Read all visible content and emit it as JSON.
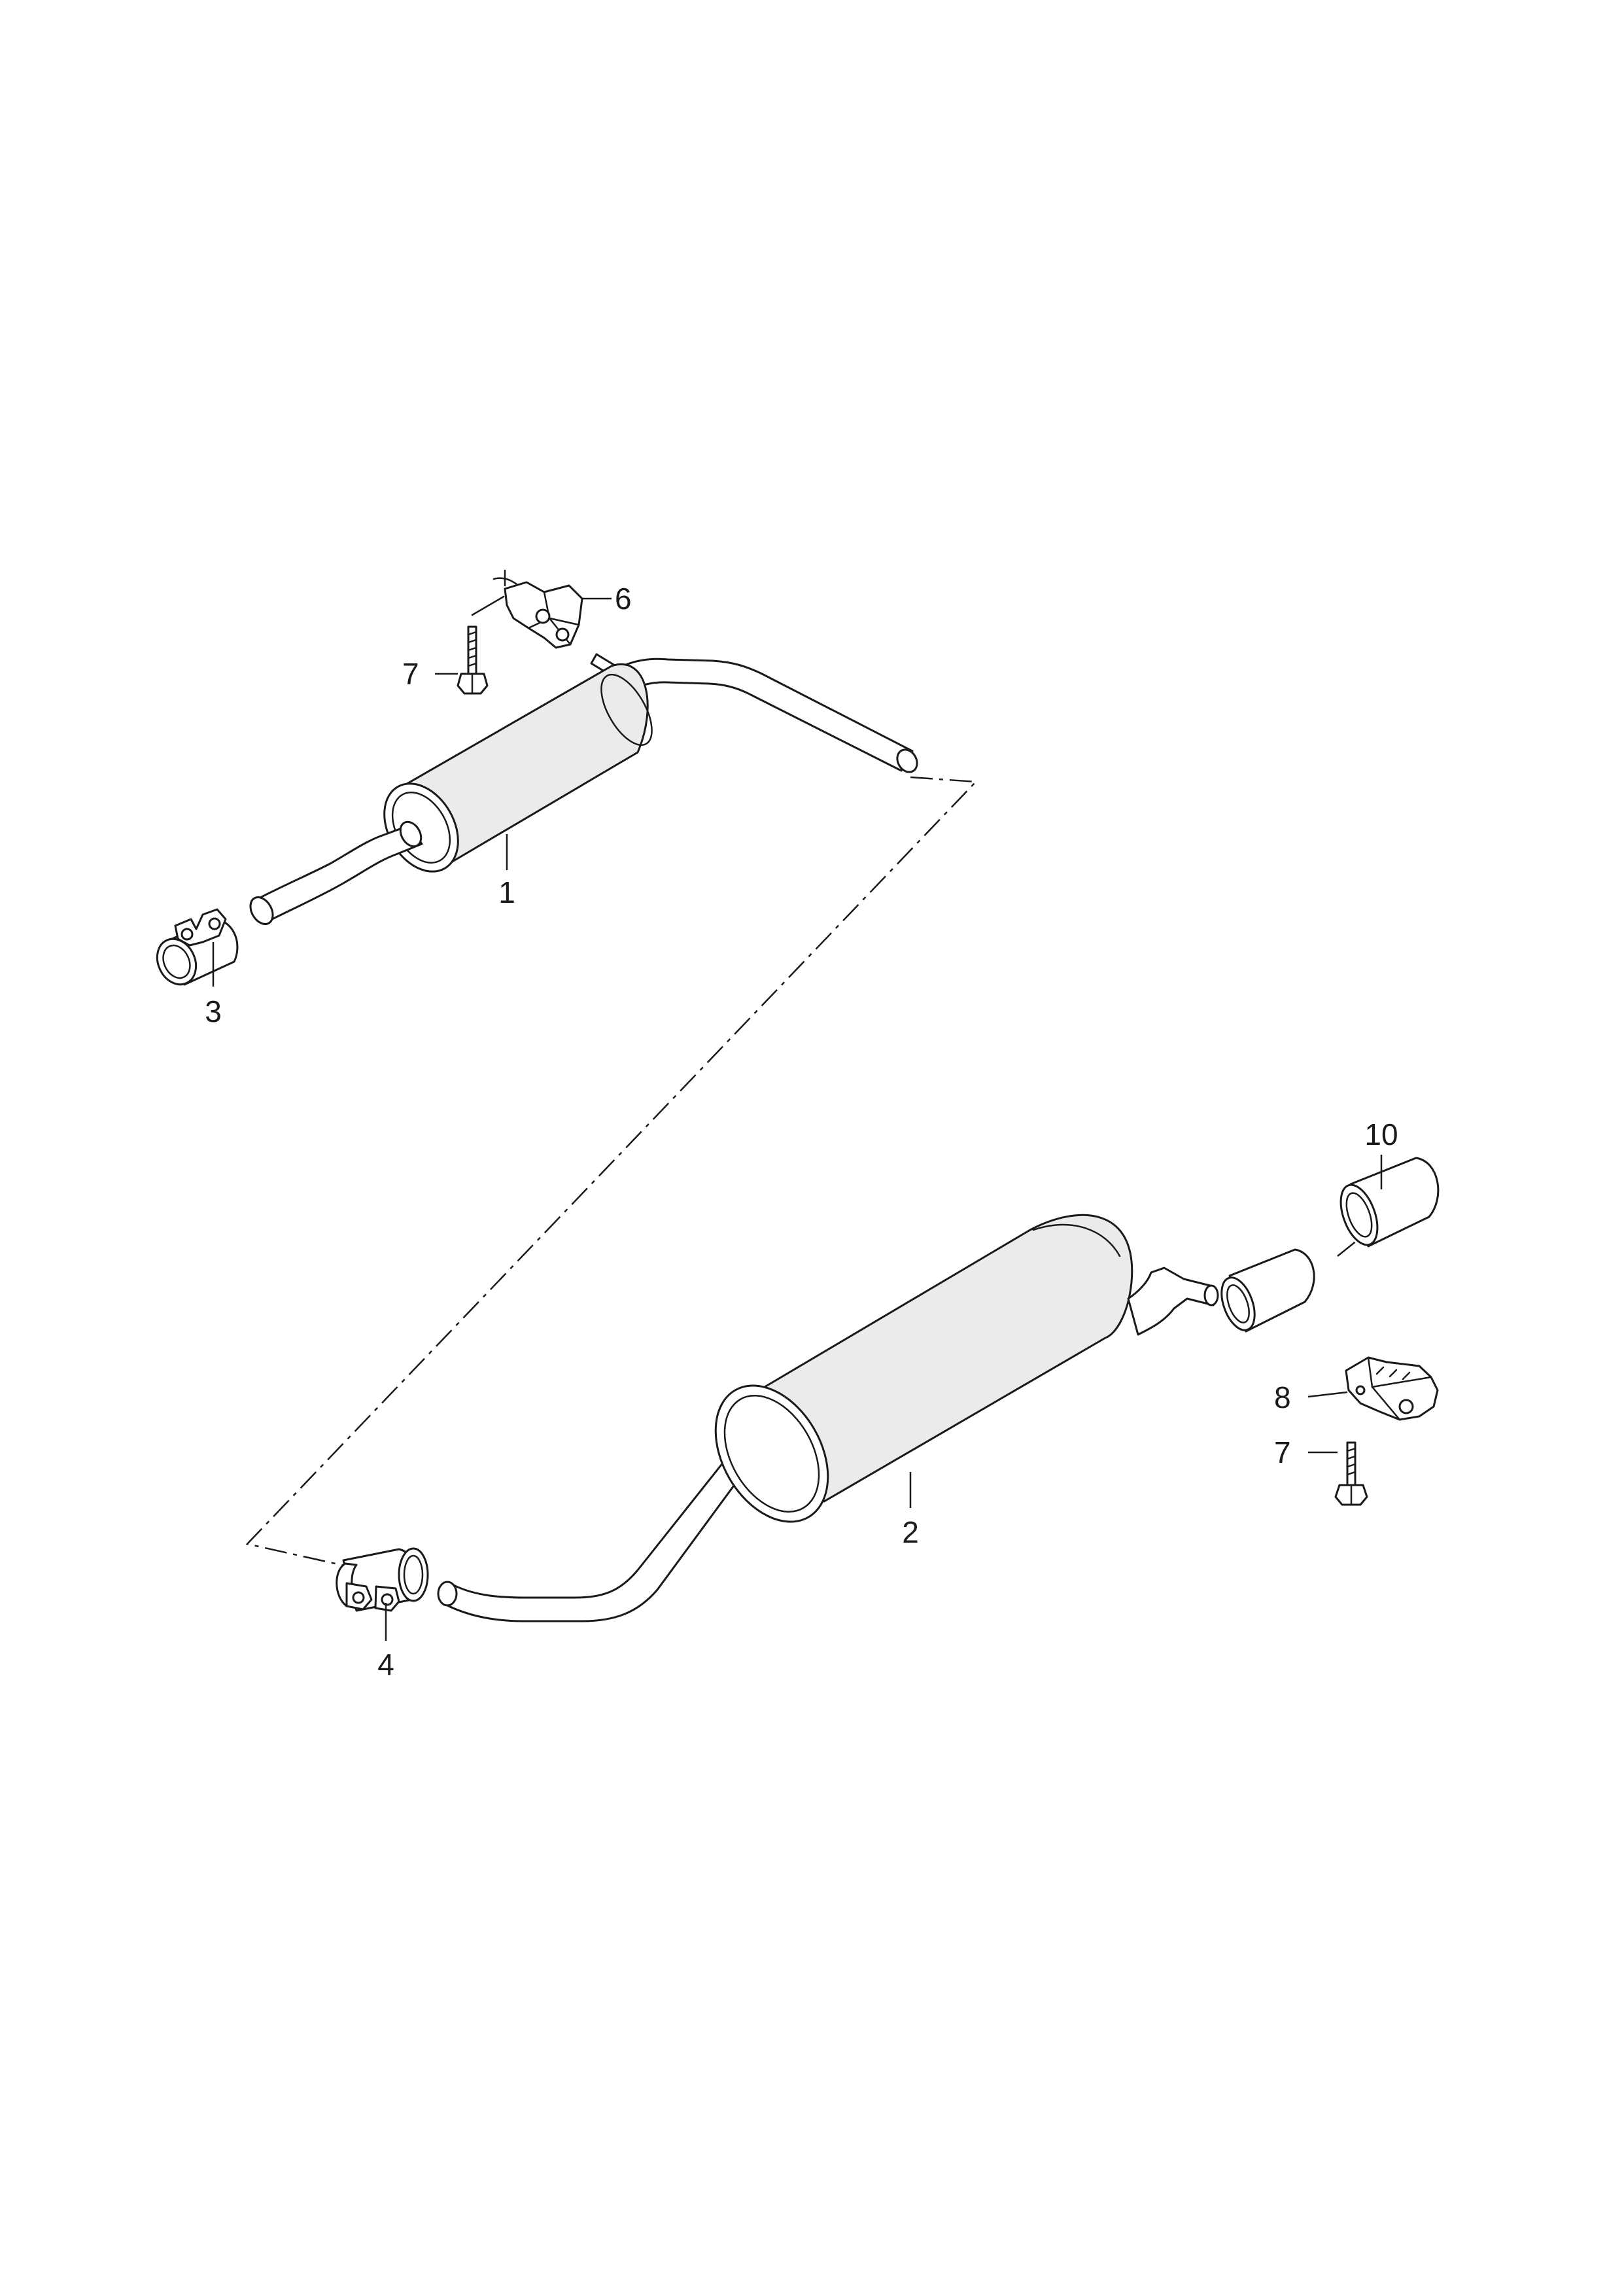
{
  "diagram": {
    "callouts": [
      {
        "id": "c1",
        "label": "1"
      },
      {
        "id": "c2",
        "label": "2"
      },
      {
        "id": "c3",
        "label": "3"
      },
      {
        "id": "c4",
        "label": "4"
      },
      {
        "id": "c6",
        "label": "6"
      },
      {
        "id": "c7a",
        "label": "7"
      },
      {
        "id": "c7b",
        "label": "7"
      },
      {
        "id": "c8",
        "label": "8"
      },
      {
        "id": "c10",
        "label": "10"
      }
    ]
  }
}
